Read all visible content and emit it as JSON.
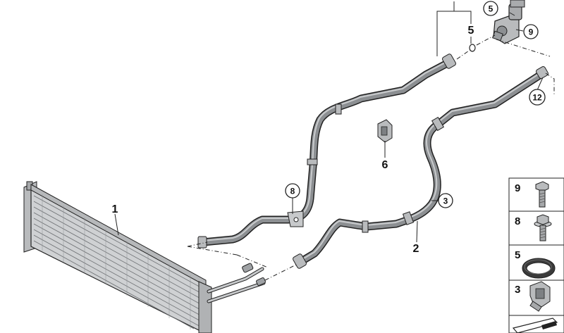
{
  "callouts": {
    "radiator": "1",
    "return_line": "2",
    "clip_3": "3",
    "seal_top": "5",
    "seal_circled": "5",
    "bracket_6": "6",
    "bolt_8": "8",
    "bolt_9": "9",
    "part_12": "12"
  },
  "legend": {
    "items": [
      {
        "number": "9",
        "icon": "hex-bolt-icon"
      },
      {
        "number": "8",
        "icon": "flange-bolt-icon"
      },
      {
        "number": "5",
        "icon": "o-ring-seal-icon"
      },
      {
        "number": "3",
        "icon": "hose-clip-icon"
      }
    ]
  },
  "colors": {
    "line": "#111111",
    "part_fill": "#c7c9cb",
    "part_dark": "#7d8083",
    "hose": "#6f7275",
    "o_ring": "#3a3a3a"
  }
}
